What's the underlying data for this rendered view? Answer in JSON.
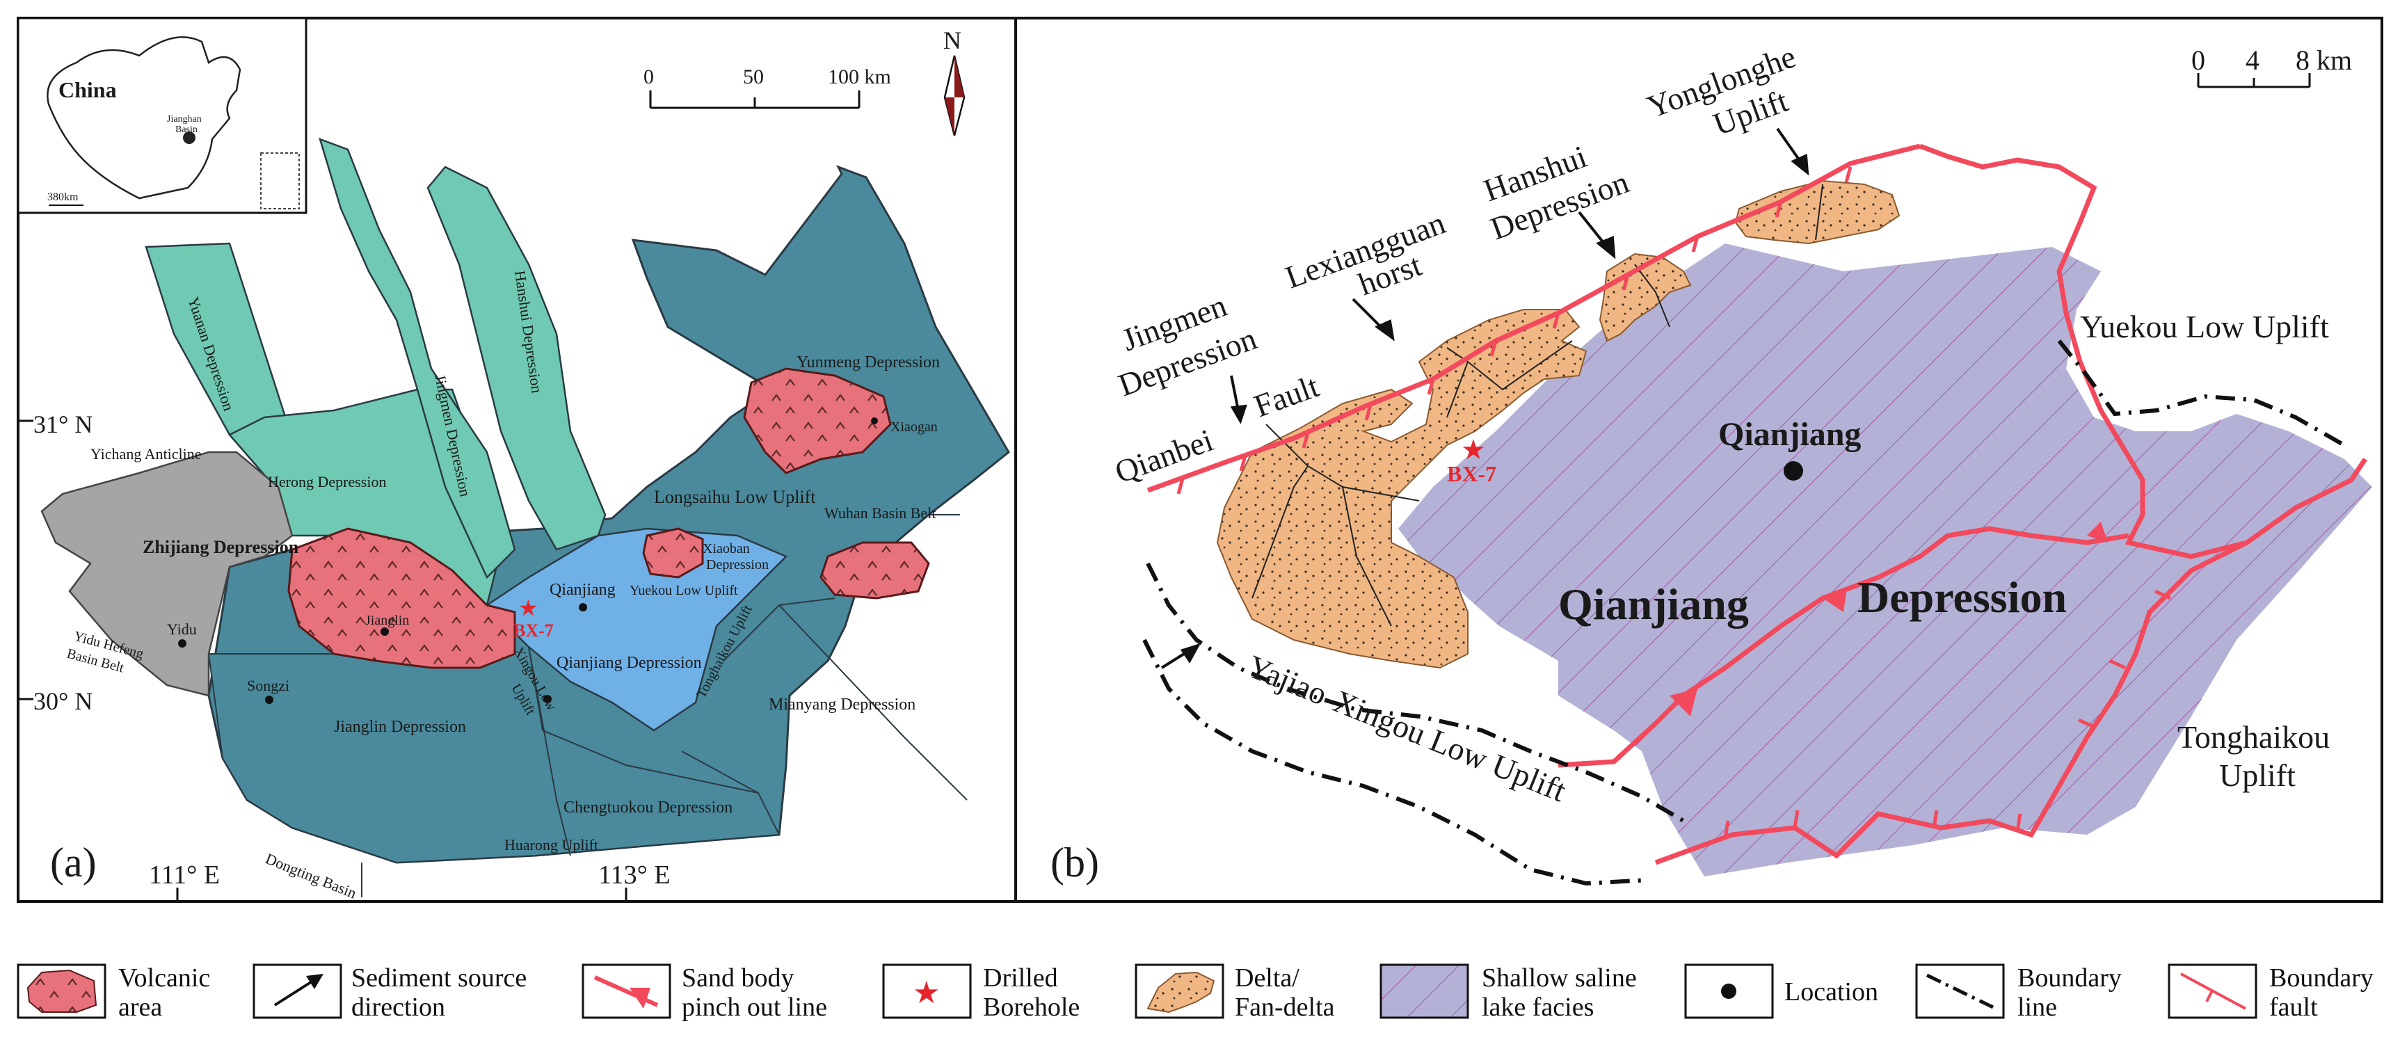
{
  "colors": {
    "volcanic": "#e8727c",
    "dark_teal": "#4a8a9c",
    "mint": "#6fc9b3",
    "gray": "#a5a5a5",
    "light_blue": "#6fb0e6",
    "orange": "#f0b785",
    "purple": "#b3b2d6",
    "red": "#f2495c"
  },
  "panel_a": {
    "label": "(a)",
    "north": "N",
    "scale": {
      "ticks": [
        "0",
        "50",
        "100 km"
      ]
    },
    "lat_labels": [
      "31° N",
      "30° N"
    ],
    "lon_labels": [
      "111° E",
      "113° E"
    ],
    "inset": {
      "country": "China",
      "basin_line1": "Jianghan",
      "basin_line2": "Basin",
      "scale": "380km"
    },
    "regions": {
      "yuanan": "Yuanan Depression",
      "jingmen": "Jingmen Depression",
      "hanshui": "Hanshui Depression",
      "yunmeng": "Yunmeng Depression",
      "xiaogan": "Xiaogan",
      "yichang": "Yichang Anticline",
      "herong": "Herong   Depression",
      "longsaihu": "Longsaihu Low Uplift",
      "wuhan": "Wuhan Basin Belt",
      "zhijiang": "Zhijiang Depression",
      "xiaoban": [
        "Xiaoban",
        "Depression"
      ],
      "qianjiang": "Qianjiang",
      "yuekou": "Yuekou Low Uplift",
      "bx7": "BX-7",
      "jianglin_city": "Jianglin",
      "yidu": "Yidu",
      "yidu_hefeng": [
        "Yidu Hefeng",
        "Basin Belt"
      ],
      "qianjiang_dep": "Qianjiang Depression",
      "tonghaikou": "Tonghaikou Uplift",
      "xingou": [
        "Xingou Low",
        "Uplift"
      ],
      "songzi": "Songzi",
      "jianglin_dep": "Jianglin Depression",
      "mianyang": "Mianyang Depression",
      "chengtuokou": "Chengtuokou Depression",
      "dongting": "Dongting Basin",
      "huarong": "Huarong Uplift"
    }
  },
  "panel_b": {
    "label": "(b)",
    "scale": {
      "ticks": [
        "0",
        "4",
        "8 km"
      ]
    },
    "labels": {
      "yonglonghe": [
        "Yonglonghe",
        "Uplift"
      ],
      "hanshui": [
        "Hanshui",
        "Depression"
      ],
      "lexiangguan": [
        "Lexiangguan",
        "horst"
      ],
      "jingmen": [
        "Jingmen",
        "Depression"
      ],
      "fault": "Fault",
      "qianbei": "Qianbei",
      "bx7": "BX-7",
      "qianjiang_city": "Qianjiang",
      "yuekou": "Yuekou Low Uplift",
      "qianjiang_big": "Qianjiang",
      "depression_big": "Depression",
      "tonghaikou": [
        "Tonghaikou",
        "Uplift"
      ],
      "yajiao": "Yajiao-Xingou Low Uplift"
    }
  },
  "legend": [
    {
      "lines": [
        "Volcanic",
        "area"
      ],
      "icon": "volcanic-area-icon"
    },
    {
      "lines": [
        "Sediment source",
        "direction"
      ],
      "icon": "arrow-icon"
    },
    {
      "lines": [
        "Sand body",
        "pinch out line"
      ],
      "icon": "pinch-out-line-icon"
    },
    {
      "lines": [
        "Drilled",
        "Borehole"
      ],
      "icon": "star-icon"
    },
    {
      "lines": [
        "Delta/",
        "Fan-delta"
      ],
      "icon": "delta-icon"
    },
    {
      "lines": [
        "Shallow saline",
        "lake facies"
      ],
      "icon": "hatched-lake-icon"
    },
    {
      "lines": [
        "Location"
      ],
      "icon": "dot-icon"
    },
    {
      "lines": [
        "Boundary",
        "line"
      ],
      "icon": "dash-dot-line-icon"
    },
    {
      "lines": [
        "Boundary",
        "fault"
      ],
      "icon": "fault-line-icon"
    }
  ]
}
